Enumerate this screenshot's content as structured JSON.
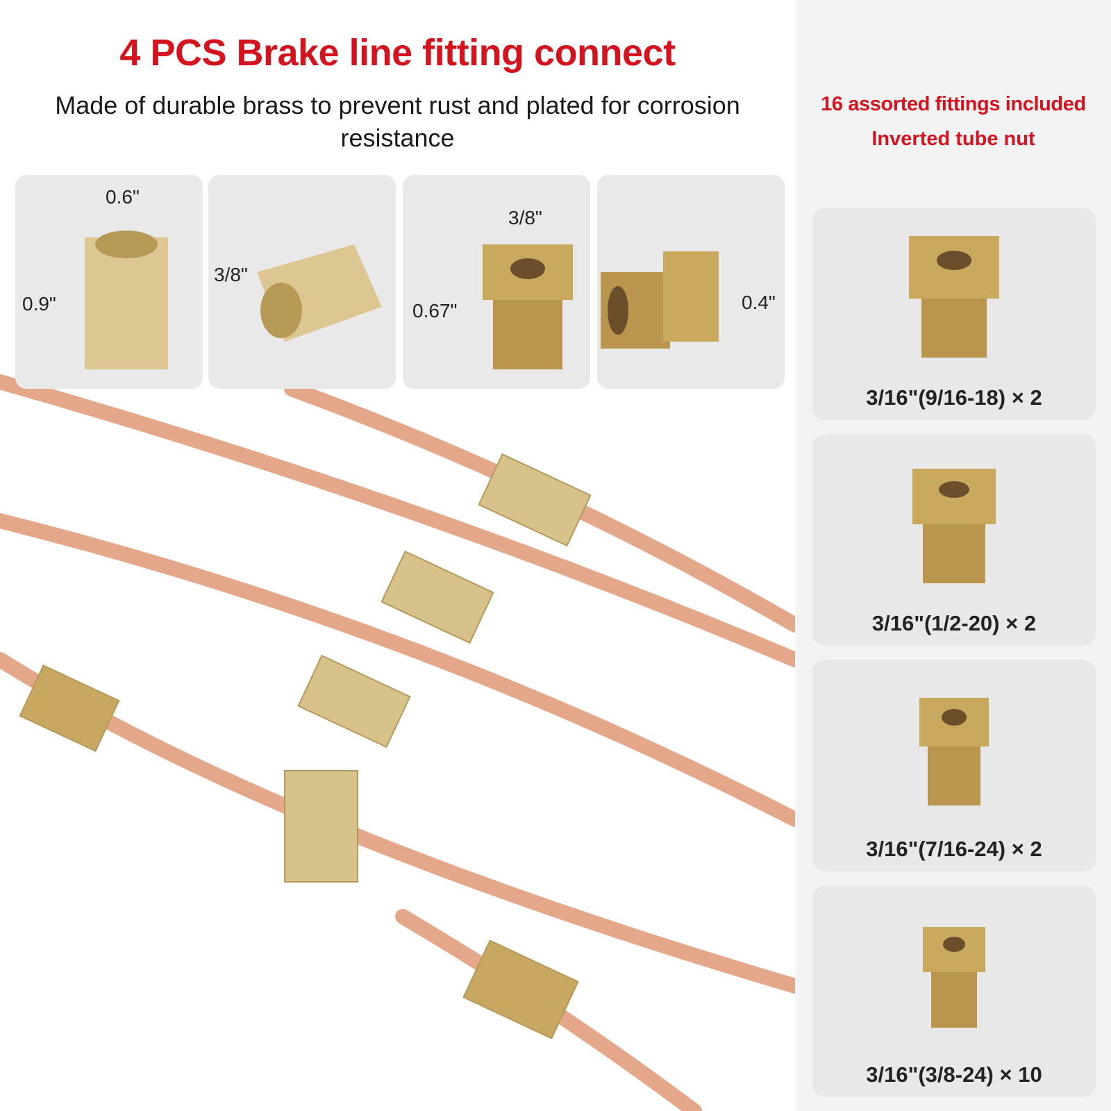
{
  "title": "4 PCS Brake line fitting connect",
  "subtitle": "Made of durable brass to prevent rust and plated for corrosion resistance",
  "right_panel": {
    "heading": "16 assorted fittings included",
    "subheading": "Inverted tube nut",
    "items": [
      {
        "label": "3/16\"(9/16-18) × 2"
      },
      {
        "label": "3/16\"(1/2-20) × 2"
      },
      {
        "label": "3/16\"(7/16-24) × 2"
      },
      {
        "label": "3/16\"(3/8-24) × 10"
      }
    ]
  },
  "dimension_cards": [
    {
      "width": "0.6\"",
      "height": "0.9\""
    },
    {
      "hex": "3/8\""
    },
    {
      "width": "3/8\"",
      "height": "0.67\""
    },
    {
      "height": "0.4\""
    }
  ],
  "colors": {
    "accent": "#d3141f",
    "copper": "#e8a585",
    "brass": "#d9c28a"
  }
}
